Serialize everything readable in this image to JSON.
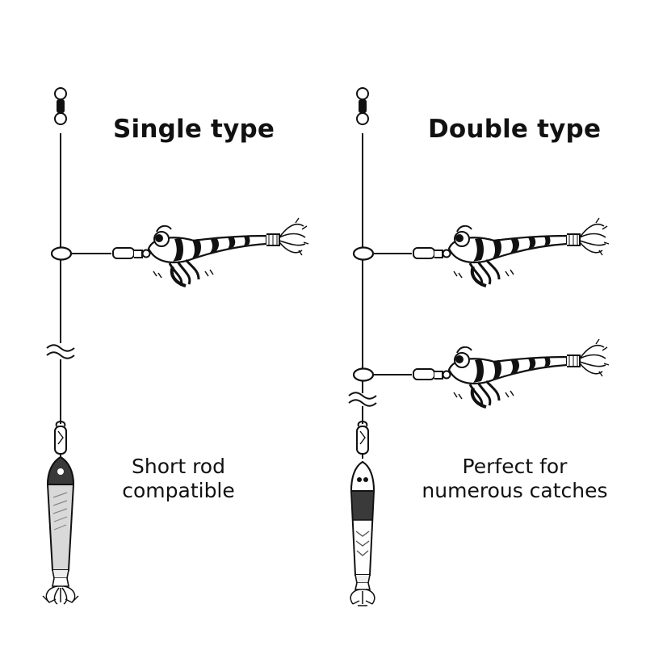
{
  "panels": {
    "single": {
      "title": "Single type",
      "caption_line1": "Short rod",
      "caption_line2": "compatible"
    },
    "double": {
      "title": "Double type",
      "caption_line1": "Perfect for",
      "caption_line2": "numerous catches"
    }
  },
  "colors": {
    "line": "#111111",
    "background": "#ffffff",
    "jig_dark": "#3a3a3a",
    "jig_light": "#d9d9d9"
  },
  "icons": [
    "swivel-icon",
    "bead-icon",
    "shrimp-lure-icon",
    "squid-jig-icon",
    "line-break-icon",
    "snap-icon"
  ]
}
